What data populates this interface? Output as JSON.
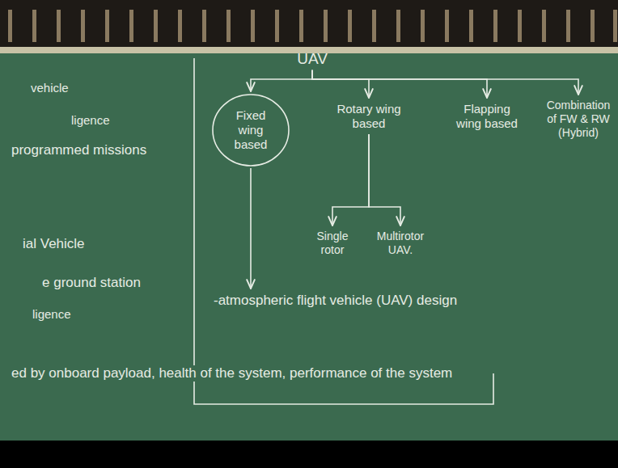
{
  "diagram": {
    "nodes": [
      {
        "text": [
          "UAV"
        ]
      },
      {
        "text": [
          "Fixed wing based"
        ]
      },
      {
        "text": [
          "Rotary wing based"
        ]
      },
      {
        "text": [
          "Flapping wing based"
        ]
      },
      {
        "text": [
          "Combination of FW & RW (Hybrid)"
        ]
      },
      {
        "text": [
          "Single rotor"
        ]
      },
      {
        "text": [
          "Multirotor UAV."
        ]
      },
      {
        "text": [
          "-atmospheric flight vehicle (UAV) design"
        ]
      }
    ],
    "edges": [
      {
        "from": 0,
        "to": 1,
        "arrow": "to"
      },
      {
        "from": 0,
        "to": 2,
        "arrow": "to"
      },
      {
        "from": 0,
        "to": 3,
        "arrow": "to"
      },
      {
        "from": 0,
        "to": 4,
        "arrow": "to"
      },
      {
        "from": 2,
        "to": 5,
        "arrow": "to"
      },
      {
        "from": 2,
        "to": 6,
        "arrow": "to"
      },
      {
        "from": 1,
        "to": 7,
        "arrow": "to"
      }
    ],
    "labels": [
      "vehicle",
      "ligence",
      "programmed missions",
      "ial Vehicle",
      "e ground station",
      "ligence",
      "ed by onboard payload, health of the system, performance of the system"
    ]
  }
}
